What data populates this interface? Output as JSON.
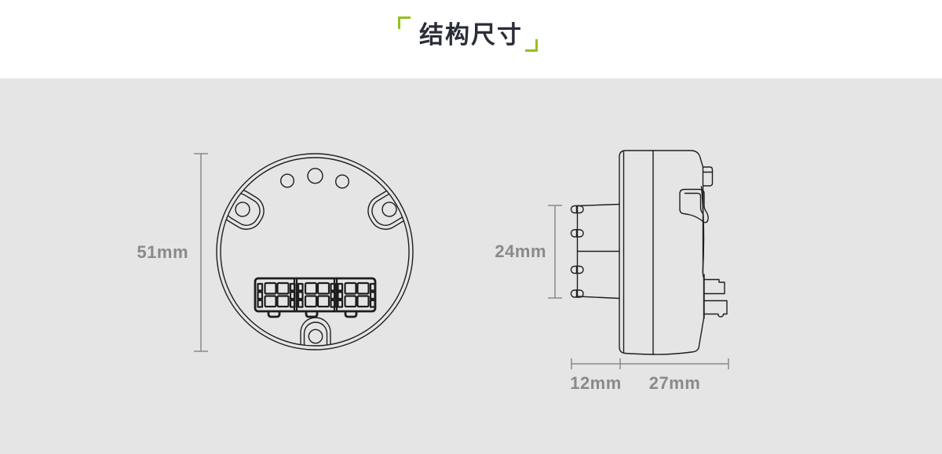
{
  "header": {
    "title": "结构尺寸"
  },
  "diagram": {
    "front_view": {
      "description": "circular back view of device",
      "height_label": "51mm"
    },
    "side_view": {
      "description": "side profile view of device",
      "height_label": "24mm",
      "depth_segment_1": "12mm",
      "depth_segment_2": "27mm"
    }
  },
  "icons": {
    "top_left_bracket": "corner-bracket-top-left",
    "bottom_right_bracket": "corner-bracket-bottom-right"
  },
  "colors": {
    "accent_green": "#94c11f",
    "title_text": "#2b2e38",
    "dimension_gray": "#8a8a8a",
    "outline_dark": "#1e1e1e",
    "canvas_gray": "#e5e5e5",
    "header_white": "#ffffff"
  }
}
